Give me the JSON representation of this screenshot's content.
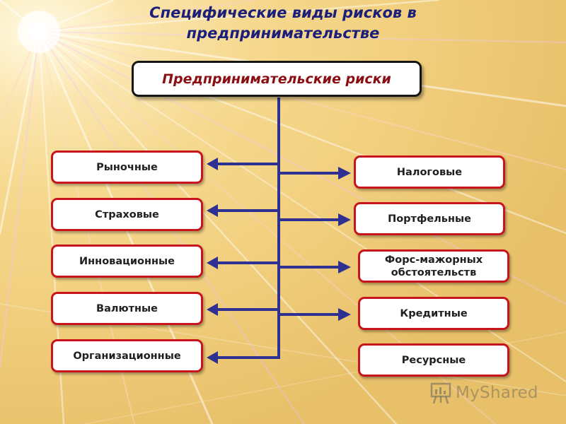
{
  "title": {
    "line1": "Специфические виды рисков в",
    "line2": "предпринимательстве"
  },
  "root": {
    "label": "Предпринимательские риски"
  },
  "left_items": [
    {
      "label": "Рыночные"
    },
    {
      "label": "Страховые"
    },
    {
      "label": "Инновационные"
    },
    {
      "label": "Валютные"
    },
    {
      "label": "Организационные"
    }
  ],
  "right_items": [
    {
      "label": "Налоговые"
    },
    {
      "label": "Портфельные"
    },
    {
      "label": "Форс-мажорных\nобстоятельств"
    },
    {
      "label": "Кредитные"
    },
    {
      "label": "Ресурсные"
    }
  ],
  "watermark": {
    "text": "MyShared"
  },
  "colors": {
    "title": "#1b1f7a",
    "root_text": "#8b0f12",
    "node_border": "#c8141c",
    "connector": "#2e3192"
  }
}
